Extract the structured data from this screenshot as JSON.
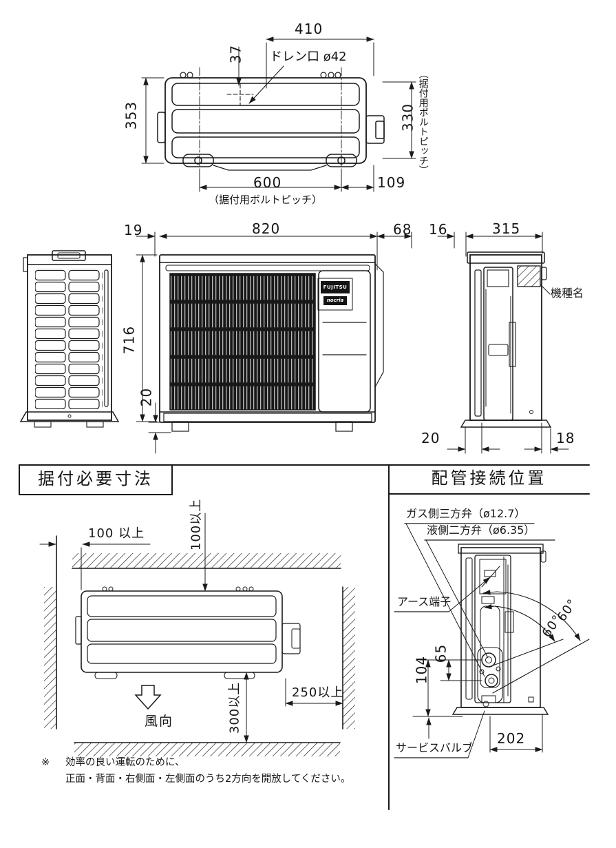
{
  "top_view": {
    "dim_width_top": "410",
    "dim_drain_offset": "37",
    "drain_label": "ドレン口 ø42",
    "dim_depth": "353",
    "dim_bolt_pitch_depth": "330",
    "bolt_pitch_note_side": "（据付用ボルトピッチ）",
    "dim_bolt_pitch_width": "600",
    "dim_overhang": "109",
    "bolt_pitch_note_bottom": "（据付用ボルトピッチ）"
  },
  "front_view": {
    "dim_19": "19",
    "dim_820": "820",
    "dim_68": "68",
    "dim_16": "16",
    "dim_315": "315",
    "dim_716": "716",
    "dim_foot_height": "20",
    "brand": "FUJITSU",
    "sub_brand": "nocria",
    "model_label": "機種名",
    "dim_base_20": "20",
    "dim_base_18": "18"
  },
  "installation": {
    "title": "据付必要寸法",
    "clearance_left": "100 以上",
    "clearance_top": "100以上",
    "clearance_right": "250以上",
    "clearance_front": "300以上",
    "wind_label": "風向",
    "note_mark": "※",
    "note_line1": "効率の良い運転のために、",
    "note_line2": "正面・背面・右側面・左側面のうち2方向を開放してください。"
  },
  "piping": {
    "title": "配管接続位置",
    "gas_valve_label": "ガス側三方弁（ø12.7）",
    "liquid_valve_label": "液側二方弁（ø6.35）",
    "earth_label": "アース端子",
    "service_valve_label": "サービスバルブ",
    "angle_a": "60°",
    "angle_b": "60°",
    "dim_65": "65",
    "dim_104": "104",
    "dim_202": "202"
  },
  "colors": {
    "line": "#1a1a1a",
    "background": "#ffffff"
  }
}
